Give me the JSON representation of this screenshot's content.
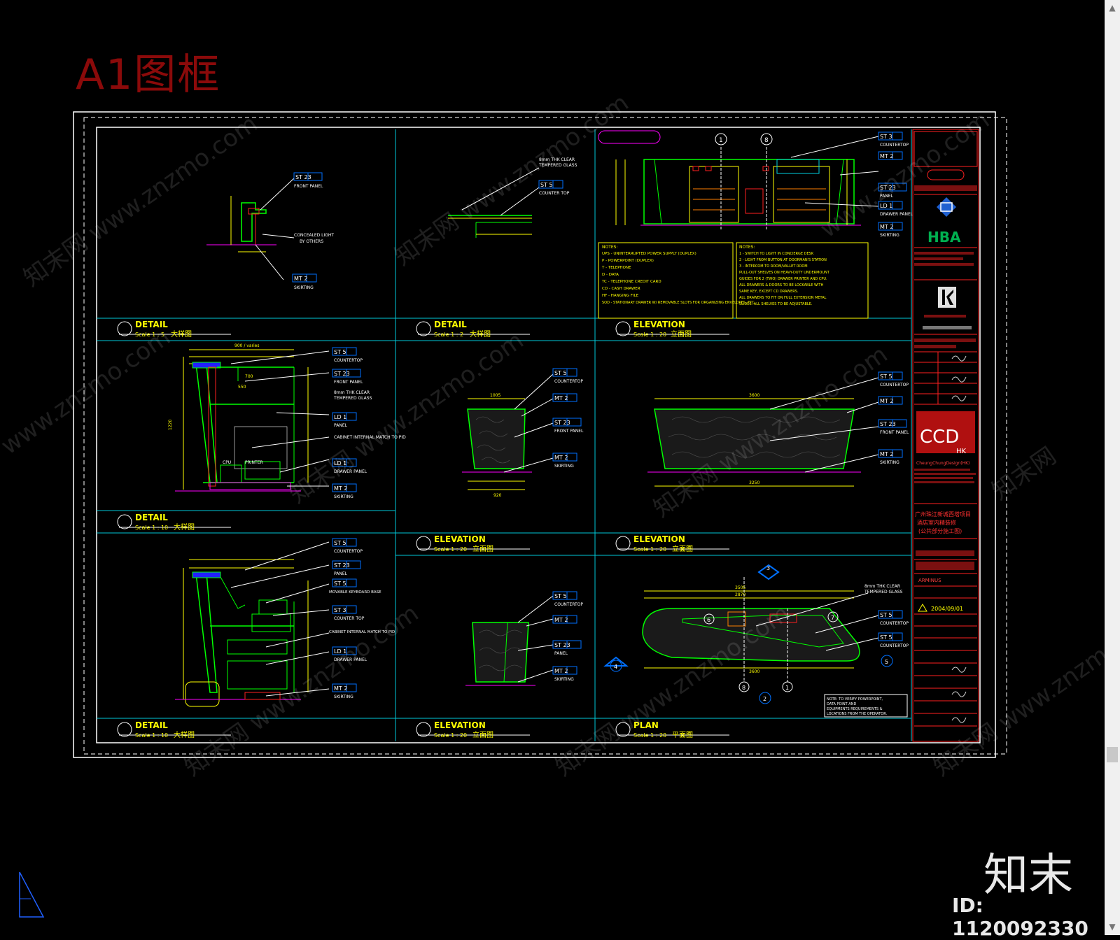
{
  "page_title": "A1图框",
  "watermark": {
    "text": "知末网 www.znzmo.com",
    "short": "知末网",
    "url": "www.znzmo.com"
  },
  "brand_mark": "知末",
  "image_id": "ID: 1120092330",
  "colors": {
    "cyan": "#00d0e0",
    "yellow": "#ffff00",
    "green": "#00ff00",
    "red": "#ff2020",
    "magenta": "#ff00ff",
    "white": "#ffffff",
    "darkred": "#8b0a0a"
  },
  "panels": [
    {
      "tag": "DETAIL",
      "scale": "Scale 1 : 5",
      "cn": "大样图"
    },
    {
      "tag": "DETAIL",
      "scale": "Scale 1 : 2",
      "cn": "大样图"
    },
    {
      "tag": "ELEVATION",
      "scale": "Scale 1 : 20",
      "cn": "立面图"
    },
    {
      "tag": "DETAIL",
      "scale": "Scale 1 : 10",
      "cn": "大样图"
    },
    {
      "tag": "ELEVATION",
      "scale": "Scale 1 : 20",
      "cn": "立面图"
    },
    {
      "tag": "ELEVATION",
      "scale": "Scale 1 : 20",
      "cn": "立面图"
    },
    {
      "tag": "DETAIL",
      "scale": "Scale 1 : 10",
      "cn": "大样图"
    },
    {
      "tag": "ELEVATION",
      "scale": "Scale 1 : 20",
      "cn": "立面图"
    },
    {
      "tag": "PLAN",
      "scale": "Scale 1 : 20",
      "cn": "平面图"
    }
  ],
  "callouts": {
    "st23": "ST 23",
    "st5": "ST 5",
    "st3": "ST 3",
    "mt2": "MT 2",
    "ld1": "LD 1",
    "front_panel": "FRONT PANEL",
    "countertop": "COUNTERTOP",
    "counter_top": "COUNTER TOP",
    "skirting": "SKIRTING",
    "panel": "PANEL",
    "drawer_panel": "DRAWER PANEL",
    "concealed_light": "CONCEALED LIGHT",
    "by_others": "BY OTHERS",
    "glass": "8mm THK CLEAR",
    "tempered": "TEMPERED GLASS",
    "printer": "PRINTER",
    "cpu": "CPU",
    "keyboard": "MOVABLE KEYBOARD BASE",
    "cabinet": "CABINET INTERNAL MATCH TO PID"
  },
  "dims": {
    "d3600": "3600",
    "d3250": "3250",
    "d1005": "1005",
    "d920": "920",
    "d1220": "1220",
    "d900": "900 / varies",
    "d700": "700",
    "d550": "550",
    "d3505": "3505",
    "d2870": "2870"
  },
  "notes_left": {
    "title": "NOTES:",
    "lines": [
      "UPS - UNINTERRUPTED POWER SUPPLY (DUPLEX)",
      "P - POWERPOINT (DUPLEX)",
      "T - TELEPHONE",
      "D - DATA",
      "TC - TELEPHONE CREDIT CARD",
      "CD - CASH DRAWER",
      "HF - HANGING FILE",
      "SOD - STATIONARY DRAWER W/ REMOVABLE SLOTS FOR ORGANIZING ENVELOPES, ETC."
    ]
  },
  "notes_right": {
    "title": "NOTES:",
    "lines": [
      "1 - SWITCH TO LIGHT IN CONCIERGE DESK",
      "2 - LIGHT FROM BUTTON AT DOORMAN'S STATION",
      "3 - INTERCOM TO ROOM/VALLET ROOM",
      "PULL-OUT SHELVES ON HEAVY-DUTY UNDERMOUNT",
      "GUIDES FOR 2 (TWO) DRAWER PRINTER AND CPU.",
      "ALL DRAWERS & DOORS TO BE LOCKABLE WITH",
      "SAME KEY, EXCEPT CD DRAWERS.",
      "ALL DRAWERS TO FIT ON FULL EXTENSION METAL",
      "SLIDES. ALL SHELVES TO BE ADJUSTABLE."
    ]
  },
  "plan_note": [
    "NOTE: TO VERIFY POWERPOINT,",
    "DATA POINT AND",
    "EQUIPMENTS REQUIREMENTS &",
    "LOCATIONS FROM THE OPERATOR."
  ],
  "title_block": {
    "hba": "HBA",
    "ccd": "CCD",
    "ccd_hk": "HK",
    "ccd_name": "CheungChungDesign(HK)",
    "date": "2004/09/01",
    "revision": "ARMINUS",
    "project": [
      "广州珠江新城西塔项目",
      "酒店室内精装修",
      "(公共部分施工图)"
    ]
  },
  "marks": {
    "m1": "1",
    "m2": "2",
    "m3": "3",
    "m4": "4",
    "m5": "5",
    "m6": "6",
    "m7": "7",
    "m8": "8"
  }
}
